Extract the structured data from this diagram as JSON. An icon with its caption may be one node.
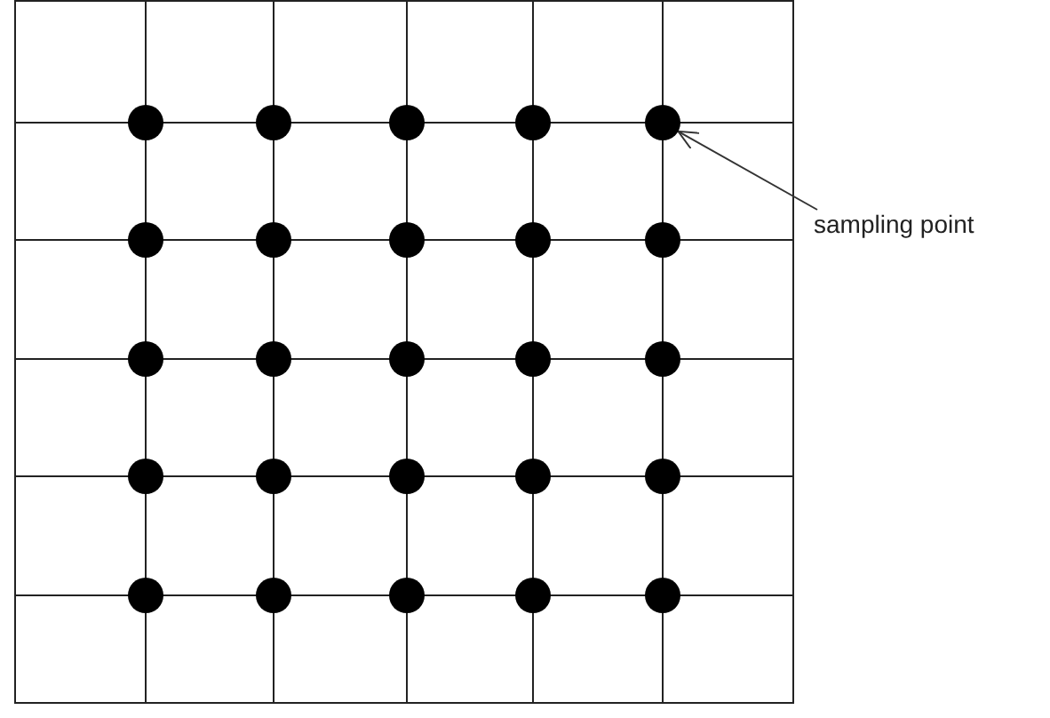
{
  "diagram": {
    "nodes": [
      {
        "text": [
          "sampling point"
        ]
      },
      {
        "text": [],
        "shape": "circle"
      }
    ],
    "edges": [
      {
        "from": 0,
        "to": 1,
        "arrow": "to"
      }
    ]
  }
}
